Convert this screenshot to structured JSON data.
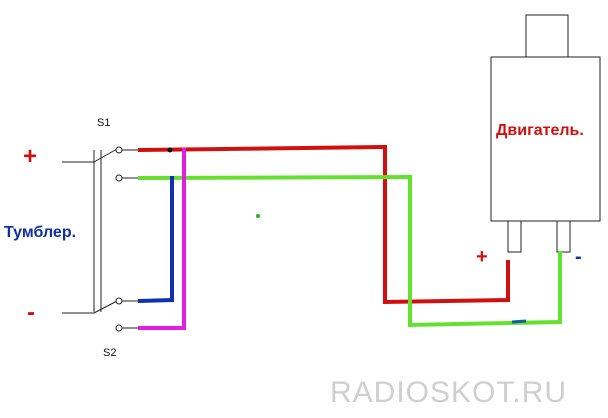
{
  "labels": {
    "switch_top": "S1",
    "switch_bottom": "S2",
    "toggle_switch": "Тумблер.",
    "motor": "Двигатель.",
    "left_plus": "+",
    "left_minus": "-",
    "motor_plus": "+",
    "motor_minus": "-",
    "watermark": "RADIOSKOT.RU"
  },
  "colors": {
    "red_wire": "#d01010",
    "green_wire": "#66e030",
    "blue_wire": "#1030b0",
    "magenta_wire": "#e020e0",
    "label_red": "#d01010",
    "label_blue": "#1030a0",
    "watermark": "#c8c8c8"
  }
}
